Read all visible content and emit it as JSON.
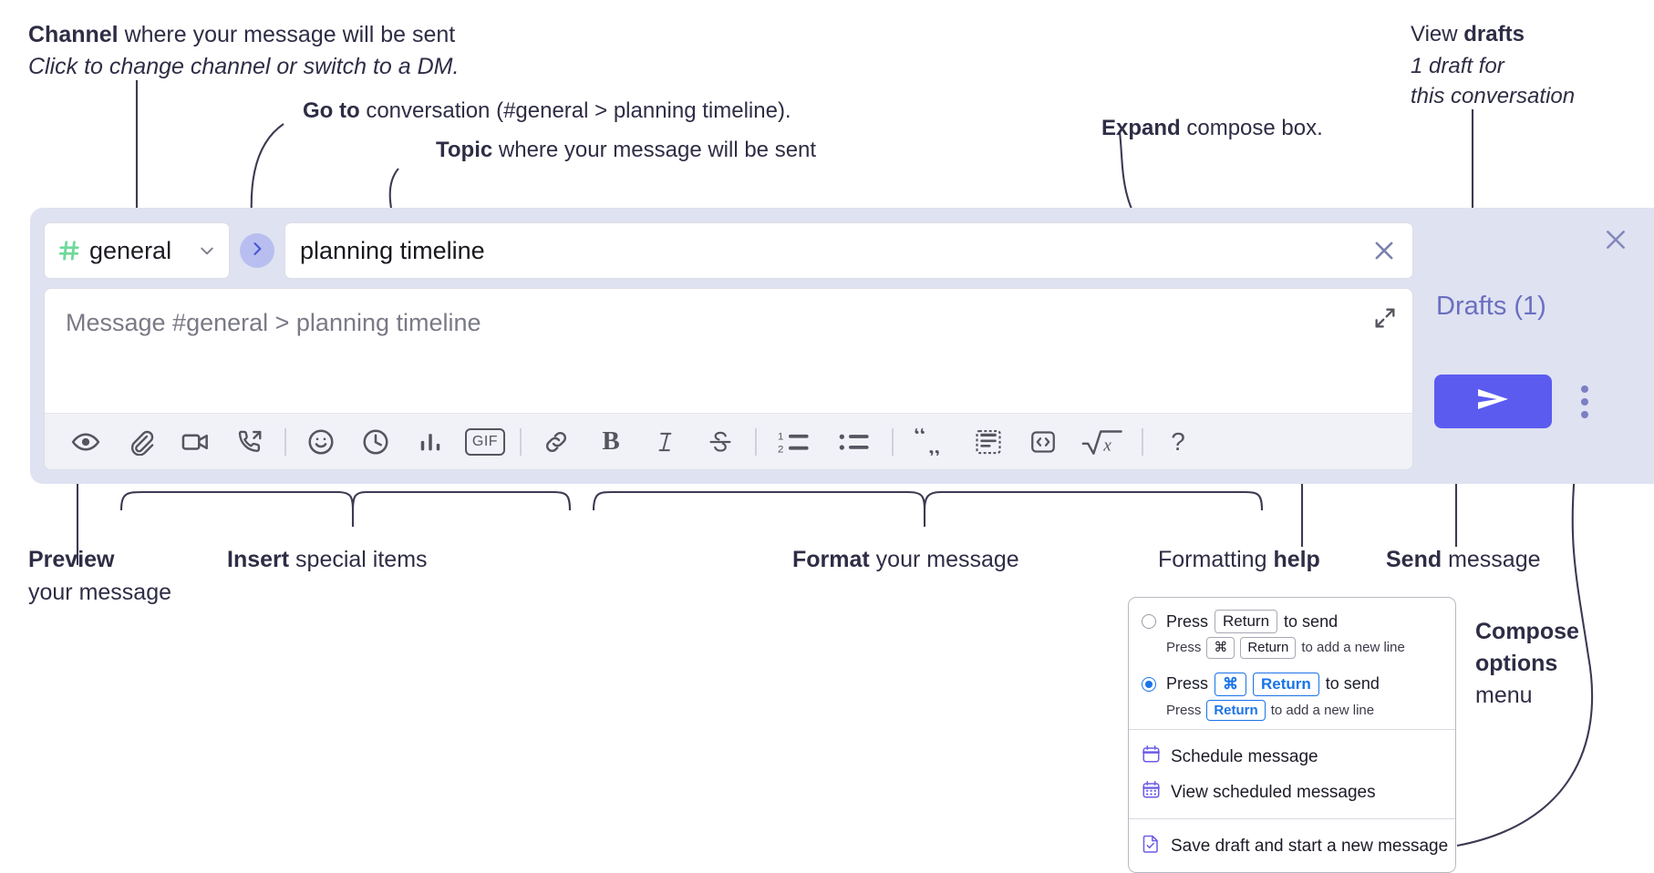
{
  "annotations": {
    "channel": {
      "bold": "Channel",
      "rest": " where your message will be sent",
      "sub": "Click to change channel or switch to a DM."
    },
    "goto": {
      "bold": "Go to",
      "rest": " conversation (#general > planning timeline)."
    },
    "topic": {
      "bold": "Topic",
      "rest": " where your message will be sent"
    },
    "expand": {
      "bold": "Expand",
      "rest": " compose box."
    },
    "drafts": {
      "line1_rest": "View ",
      "line1_bold": "drafts",
      "line2": "1 draft for",
      "line3": "this conversation"
    },
    "preview": {
      "bold": "Preview",
      "line2": "your message"
    },
    "insert": {
      "bold": "Insert",
      "rest": " special items"
    },
    "format": {
      "bold": "Format",
      "rest": " your message"
    },
    "formatting_help": {
      "rest": "Formatting ",
      "bold": "help"
    },
    "send": {
      "bold": "Send",
      "rest": " message"
    },
    "compose_options": {
      "line1": "Compose",
      "line2": "options",
      "line3": "menu"
    }
  },
  "compose": {
    "channel": {
      "name": "general",
      "hash_icon": "hash-icon",
      "caret_icon": "chevron-down-icon",
      "hash_color": "#6fd99a"
    },
    "go_button": {
      "icon": "chevron-right-icon",
      "bg": "#b8bff0"
    },
    "topic": {
      "value": "planning timeline",
      "clear_icon": "close-icon"
    },
    "message": {
      "placeholder": "Message #general > planning timeline",
      "expand_icon": "expand-diagonal-icon"
    },
    "toolbar": [
      {
        "name": "preview-button",
        "icon": "eye-icon",
        "label": "Preview"
      },
      {
        "name": "attach-button",
        "icon": "paperclip-icon",
        "label": "Attach file"
      },
      {
        "name": "video-clip-button",
        "icon": "video-camera-icon",
        "label": "Record video clip"
      },
      {
        "name": "audio-clip-button",
        "icon": "phone-arrow-icon",
        "label": "Record audio clip"
      },
      {
        "name": "separator-1",
        "icon": "divider",
        "label": ""
      },
      {
        "name": "emoji-button",
        "icon": "emoji-smiley-icon",
        "label": "Emoji"
      },
      {
        "name": "schedule-button",
        "icon": "clock-icon",
        "label": "Schedule"
      },
      {
        "name": "poll-button",
        "icon": "bar-chart-icon",
        "label": "Poll"
      },
      {
        "name": "gif-button",
        "icon": "gif-icon",
        "label": "GIF"
      },
      {
        "name": "separator-2",
        "icon": "divider",
        "label": ""
      },
      {
        "name": "link-button",
        "icon": "link-icon",
        "label": "Link"
      },
      {
        "name": "bold-button",
        "icon": "bold-icon",
        "label": "Bold"
      },
      {
        "name": "italic-button",
        "icon": "italic-icon",
        "label": "Italic"
      },
      {
        "name": "strikethrough-button",
        "icon": "strikethrough-icon",
        "label": "Strikethrough"
      },
      {
        "name": "separator-3",
        "icon": "divider",
        "label": ""
      },
      {
        "name": "ordered-list-button",
        "icon": "ordered-list-icon",
        "label": "Ordered list"
      },
      {
        "name": "bulleted-list-button",
        "icon": "bulleted-list-icon",
        "label": "Bulleted list"
      },
      {
        "name": "separator-4",
        "icon": "divider",
        "label": ""
      },
      {
        "name": "blockquote-button",
        "icon": "quote-icon",
        "label": "Blockquote"
      },
      {
        "name": "code-block-button",
        "icon": "code-block-icon",
        "label": "Code block"
      },
      {
        "name": "inline-code-button",
        "icon": "code-angle-brackets-icon",
        "label": "Code"
      },
      {
        "name": "math-button",
        "icon": "square-root-x-icon",
        "label": "Math"
      },
      {
        "name": "separator-5",
        "icon": "divider",
        "label": ""
      },
      {
        "name": "help-button",
        "icon": "question-mark-icon",
        "label": "?"
      }
    ],
    "gif_text": "GIF",
    "bold_glyph": "B",
    "italic_glyph": "I",
    "help_glyph": "?"
  },
  "drafts_panel": {
    "close_icon": "close-icon",
    "link_label": "Drafts (1)",
    "send_button": {
      "icon": "paper-plane-icon",
      "bg": "#5b5bf0"
    },
    "kebab": {
      "icon": "three-dots-vertical-icon"
    }
  },
  "options_menu": {
    "radio_options": [
      {
        "selected": false,
        "prefix": "Press",
        "keys": [
          "Return"
        ],
        "suffix": "to send",
        "sub_prefix": "Press",
        "sub_keys": [
          "⌘",
          "Return"
        ],
        "sub_suffix": "to add a new line"
      },
      {
        "selected": true,
        "prefix": "Press",
        "keys": [
          "⌘",
          "Return"
        ],
        "suffix": "to send",
        "sub_prefix": "Press",
        "sub_keys": [
          "Return"
        ],
        "sub_suffix": "to add a new line"
      }
    ],
    "items": [
      {
        "icon": "calendar-clock-icon",
        "label": "Schedule message"
      },
      {
        "icon": "calendar-grid-icon",
        "label": "View scheduled messages"
      },
      {
        "icon": "file-check-icon",
        "label": "Save draft and start a new message"
      }
    ]
  },
  "colors": {
    "panel_bg": "#dfe2f1",
    "toolbar_bg": "#f1f2f7",
    "accent_blue": "#5b5bf0",
    "drafts_text": "#6b6fc0",
    "hash_green": "#6fd99a",
    "annotation_text": "#2e2d45",
    "key_blue": "#1a73e8"
  }
}
